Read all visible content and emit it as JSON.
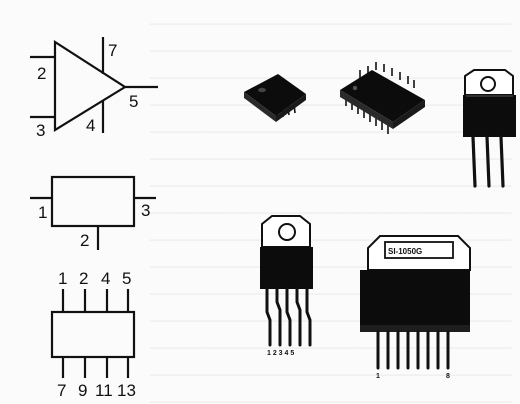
{
  "opamp_symbol": {
    "pins": {
      "top": "7",
      "left_upper": "2",
      "left_lower": "3",
      "bottom": "4",
      "output": "5"
    }
  },
  "three_terminal_symbol": {
    "pins": {
      "left": "1",
      "right": "3",
      "bottom": "2"
    }
  },
  "multi_pin_symbol": {
    "top_pins": [
      "1",
      "2",
      "4",
      "5"
    ],
    "bottom_pins": [
      "7",
      "9",
      "11",
      "13"
    ]
  },
  "packages": {
    "to220_5pin": {
      "lead_marks": "1 2 3 4 5"
    },
    "sip_package": {
      "marking": "SI-1050G",
      "first_pin": "1",
      "last_pin": "8"
    }
  },
  "colors": {
    "ink": "#111111",
    "package_body": "#0c0c0c",
    "tab": "#ffffff"
  }
}
